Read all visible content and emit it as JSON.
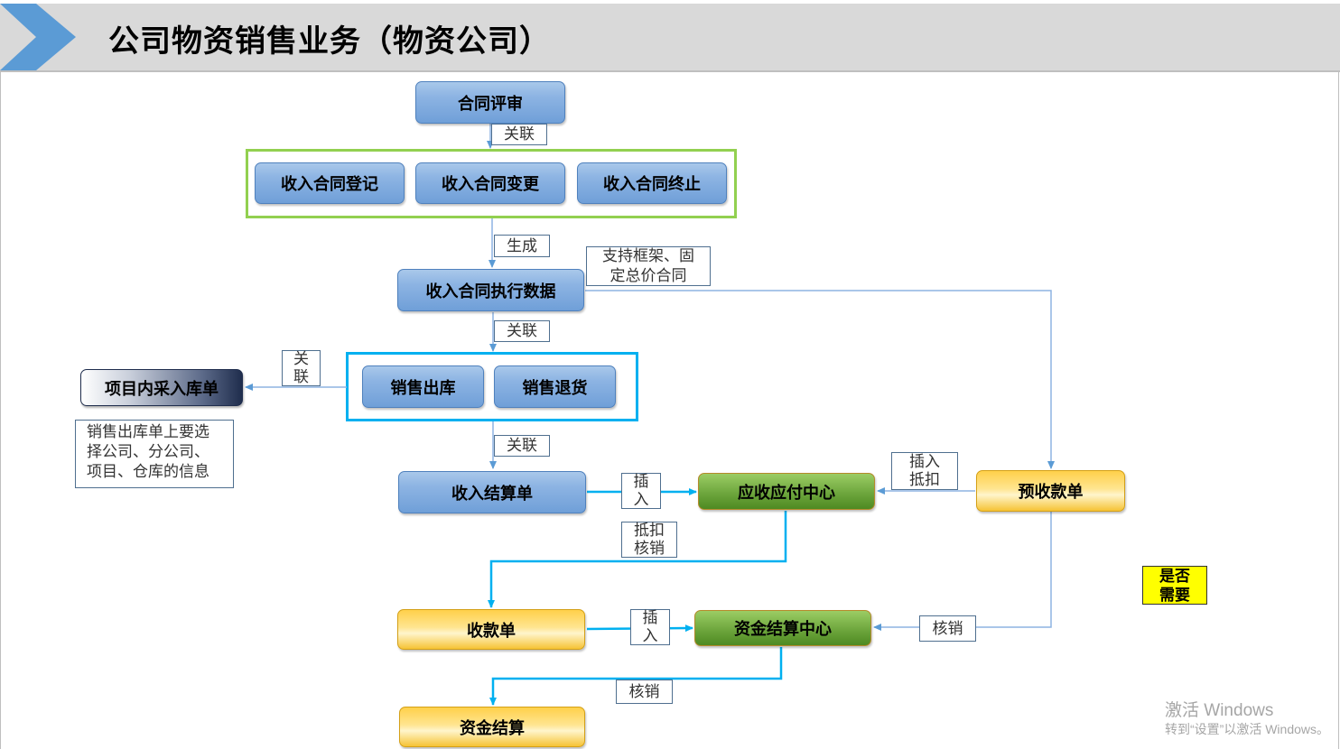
{
  "title": "公司物资销售业务（物资公司）",
  "colors": {
    "group_green": "#92d050",
    "group_blue": "#00b0f0",
    "title_arrow": "#5b9bd5",
    "line": "#8db3e2"
  },
  "nodes": {
    "contract_review": "合同评审",
    "income_contract_register": "收入合同登记",
    "income_contract_change": "收入合同变更",
    "income_contract_terminate": "收入合同终止",
    "income_contract_exec": "收入合同执行数据",
    "project_purchase_in": "项目内采入库单",
    "sales_out": "销售出库",
    "sales_return": "销售退货",
    "income_settlement": "收入结算单",
    "ar_ap_center": "应收应付中心",
    "advance_receipt": "预收款单",
    "receipt": "收款单",
    "fund_settlement_center": "资金结算中心",
    "fund_settlement": "资金结算"
  },
  "edge_labels": {
    "link1": "关联",
    "generate": "生成",
    "support_line1": "支持框架、固",
    "support_line2": "定总价合同",
    "link2": "关联",
    "link_side_1": "关",
    "link_side_2": "联",
    "link3": "关联",
    "insert1_a": "插",
    "insert1_b": "入",
    "insert_deduct_a": "插入",
    "insert_deduct_b": "抵扣",
    "deduct_writeoff_a": "抵扣",
    "deduct_writeoff_b": "核销",
    "insert2_a": "插",
    "insert2_b": "入",
    "writeoff1": "核销",
    "writeoff2": "核销"
  },
  "note_sales_out": [
    "销售出库单上要选",
    "择公司、分公司、",
    "项目、仓库的信息"
  ],
  "note_need": [
    "是否",
    "需要"
  ],
  "watermark": {
    "line1": "激活 Windows",
    "line2": "转到“设置”以激活 Windows。"
  }
}
